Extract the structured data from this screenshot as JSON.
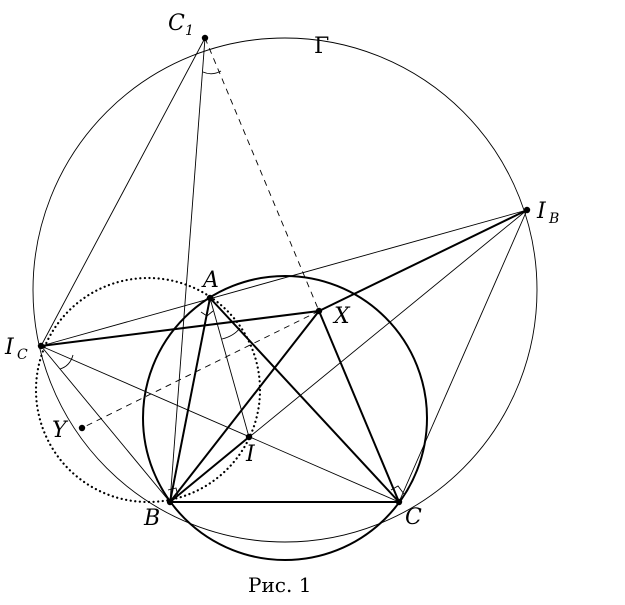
{
  "labels": {
    "A": "A",
    "B": "B",
    "C": "C",
    "C1_main": "C",
    "C1_sub": "1",
    "IB_main": "I",
    "IB_sub": "B",
    "IC_main": "I",
    "IC_sub": "C",
    "I": "I",
    "X": "X",
    "Y": "Y",
    "Gamma": "Γ"
  },
  "caption": "Рис. 1"
}
